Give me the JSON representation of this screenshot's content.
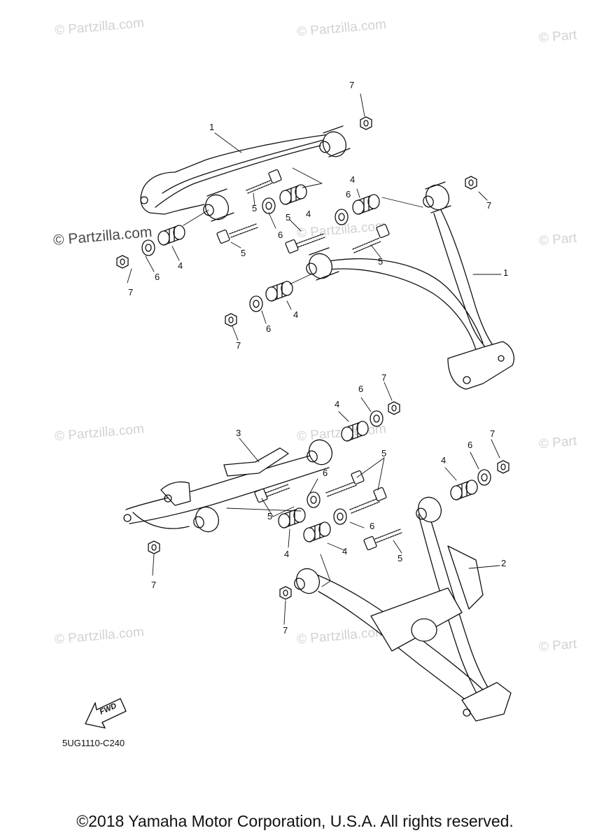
{
  "watermark": "© Partzilla.com",
  "watermark_partial": "© Part",
  "callouts": [
    "1",
    "1",
    "2",
    "3",
    "4",
    "4",
    "4",
    "4",
    "4",
    "4",
    "4",
    "4",
    "5",
    "5",
    "5",
    "5",
    "5",
    "5",
    "5",
    "6",
    "6",
    "6",
    "6",
    "6",
    "6",
    "6",
    "6",
    "7",
    "7",
    "7",
    "7",
    "7",
    "7",
    "7",
    "7"
  ],
  "fwd_label": "FWD",
  "diagram_code": "5UG1110-C240",
  "copyright": "©2018 Yamaha Motor Corporation, U.S.A. All rights reserved."
}
